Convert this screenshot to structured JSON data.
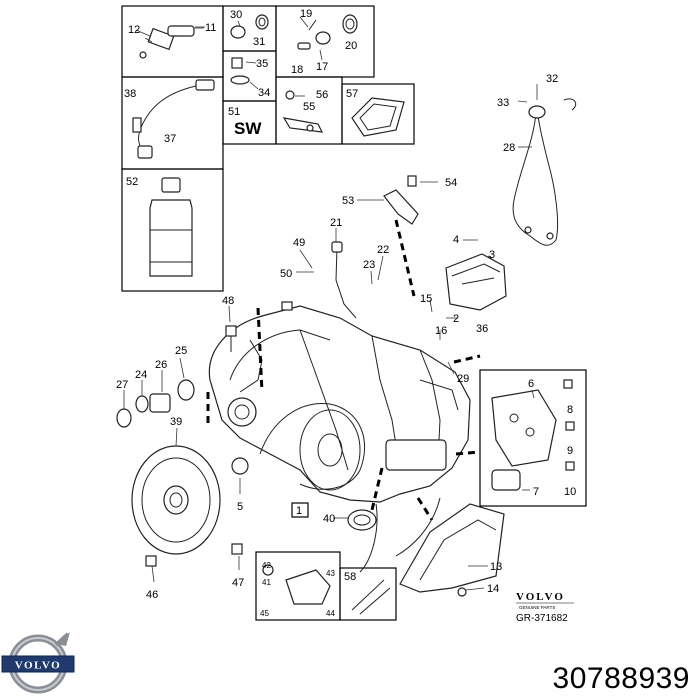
{
  "diagram": {
    "sw_label": "SW",
    "brand": "VOLVO",
    "brand_sub": "GENUINE PARTS",
    "ref_code": "GR-371682",
    "logo_text": "VOLVO",
    "part_number": "30788939",
    "callouts": {
      "c1": "1",
      "c2": "2",
      "c3": "3",
      "c4": "4",
      "c5": "5",
      "c6": "6",
      "c7": "7",
      "c8": "8",
      "c9": "9",
      "c10": "10",
      "c11": "11",
      "c12": "12",
      "c13": "13",
      "c14": "14",
      "c15": "15",
      "c16": "16",
      "c17": "17",
      "c18": "18",
      "c19": "19",
      "c20": "20",
      "c21": "21",
      "c22": "22",
      "c23": "23",
      "c24": "24",
      "c25": "25",
      "c26": "26",
      "c27": "27",
      "c28": "28",
      "c29": "29",
      "c30": "30",
      "c31": "31",
      "c32": "32",
      "c33": "33",
      "c34": "34",
      "c35": "35",
      "c36": "36",
      "c37": "37",
      "c38": "38",
      "c39": "39",
      "c40": "40",
      "c41": "41",
      "c42": "42",
      "c43": "43",
      "c44": "44",
      "c45": "45",
      "c46": "46",
      "c47": "47",
      "c48": "48",
      "c49": "49",
      "c50": "50",
      "c51": "51",
      "c52": "52",
      "c53": "53",
      "c54": "54",
      "c55": "55",
      "c56": "56",
      "c57": "57",
      "c58": "58"
    }
  }
}
